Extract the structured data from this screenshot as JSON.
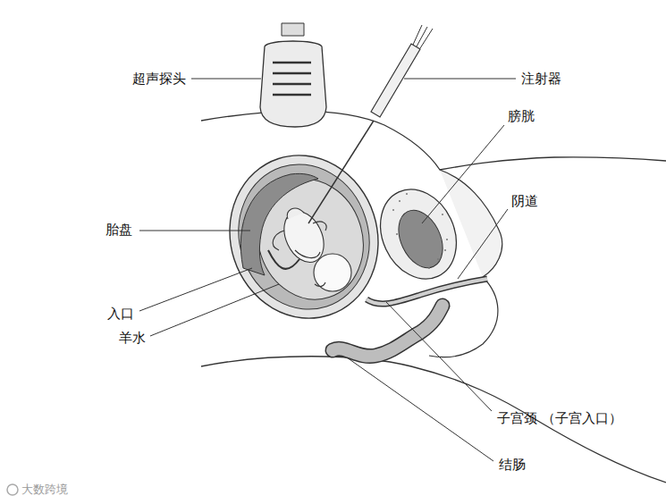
{
  "diagram": {
    "labels": [
      "超声探头",
      "注射器",
      "膀胱",
      "阴道",
      "胎盘",
      "入口",
      "羊水",
      "子宫颈 （子宫入口）",
      "结肠",
      "大数跨境"
    ]
  }
}
